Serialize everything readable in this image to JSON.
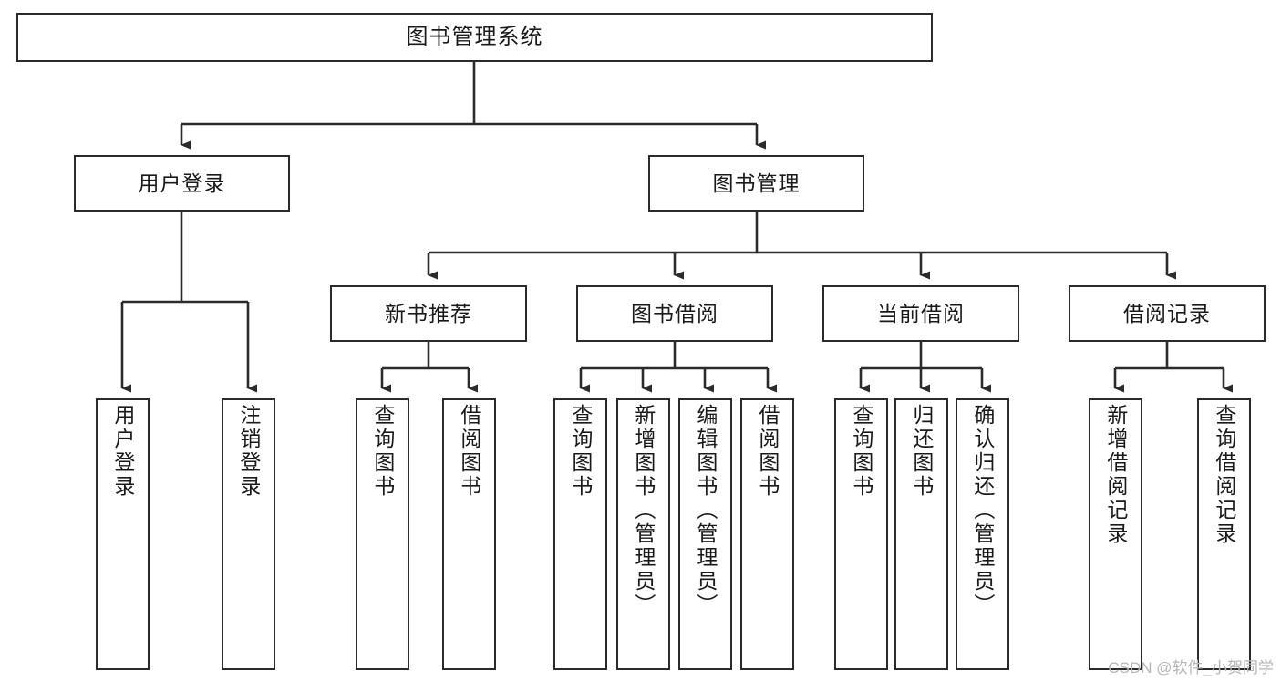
{
  "diagram": {
    "title": "图书管理系统",
    "type": "tree-hierarchy",
    "colors": {
      "border": "#2b2b2b",
      "background": "#ffffff",
      "text": "#1a1a1a",
      "watermark": "#b6b6b6"
    },
    "root": {
      "label": "图书管理系统"
    },
    "level2": [
      {
        "label": "用户登录"
      },
      {
        "label": "图书管理"
      }
    ],
    "level3": [
      {
        "label": "新书推荐"
      },
      {
        "label": "图书借阅"
      },
      {
        "label": "当前借阅"
      },
      {
        "label": "借阅记录"
      }
    ],
    "leaves": {
      "user_login": [
        {
          "label": "用户登录"
        },
        {
          "label": "注销登录"
        }
      ],
      "new_book_recommend": [
        {
          "label": "查询图书"
        },
        {
          "label": "借阅图书"
        }
      ],
      "book_borrow": [
        {
          "label": "查询图书"
        },
        {
          "label": "新增图书（管理员）"
        },
        {
          "label": "编辑图书（管理员）"
        },
        {
          "label": "借阅图书"
        }
      ],
      "current_borrow": [
        {
          "label": "查询图书"
        },
        {
          "label": "归还图书"
        },
        {
          "label": "确认归还（管理员）"
        }
      ],
      "borrow_record": [
        {
          "label": "新增借阅记录"
        },
        {
          "label": "查询借阅记录"
        }
      ]
    },
    "watermark": "CSDN @软件_小贺同学"
  }
}
